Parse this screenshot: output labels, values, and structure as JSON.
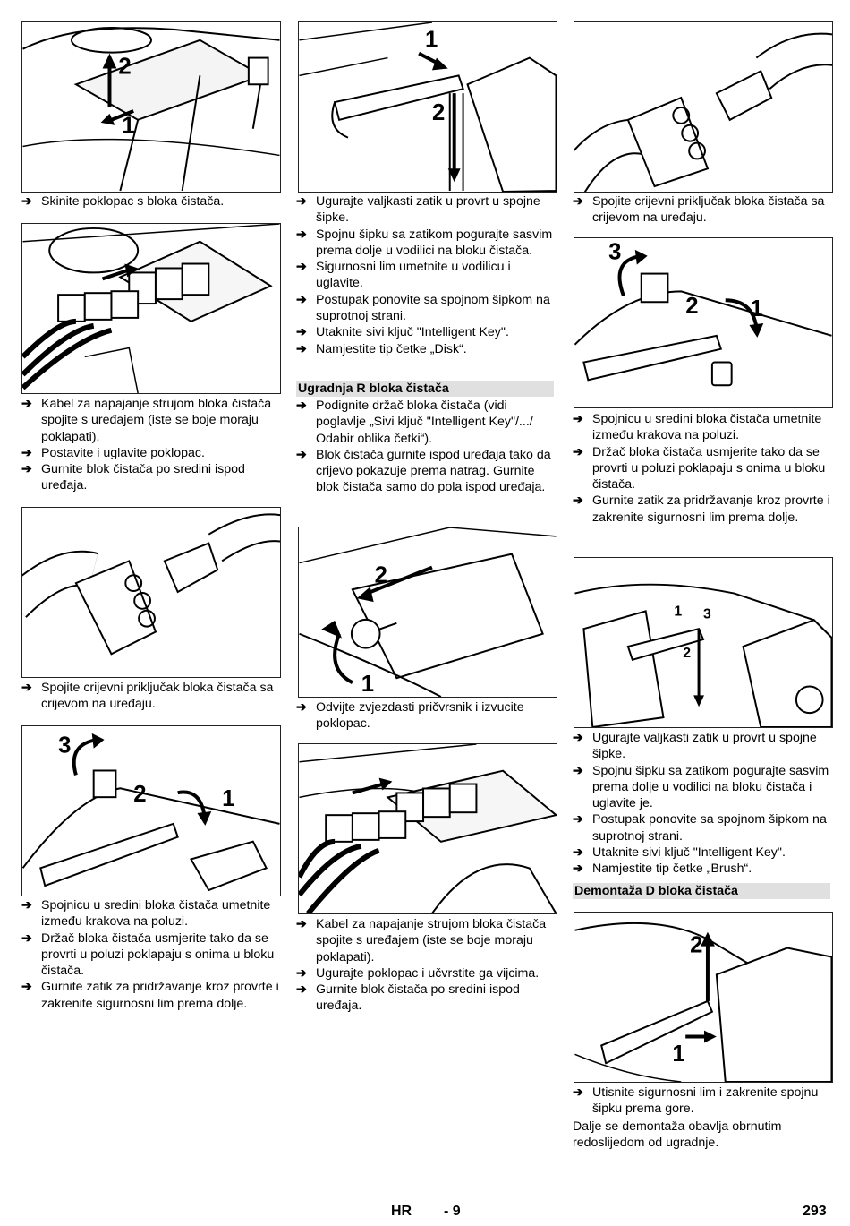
{
  "col1": {
    "step1": [
      "Skinite poklopac s bloka čistača."
    ],
    "step2": [
      "Kabel za napajanje strujom bloka čistača spojite s uređajem (iste se boje moraju poklapati).",
      "Postavite i uglavite poklopac.",
      "Gurnite blok čistača po sredini ispod uređaja."
    ],
    "step3": [
      "Spojite crijevni priključak bloka čistača sa crijevom na uređaju."
    ],
    "step4": [
      "Spojnicu u sredini bloka čistača umetnite između krakova na poluzi.",
      "Držač bloka čistača usmjerite tako da se provrti u poluzi poklapaju s onima u bloku čistača.",
      "Gurnite zatik za pridržavanje kroz provrte i zakrenite sigurnosni lim prema dolje."
    ]
  },
  "col2": {
    "step1": [
      "Ugurajte valjkasti zatik u provrt u spojne šipke.",
      "Spojnu šipku sa zatikom pogurajte sasvim prema dolje u vodilici na bloku čistača.",
      "Sigurnosni lim umetnite u vodilicu i uglavite.",
      "Postupak ponovite sa spojnom šipkom na suprotnoj strani.",
      "Utaknite sivi ključ \"Intelligent Key\".",
      "Namjestite tip četke „Disk“."
    ],
    "heading_r": "Ugradnja R bloka čistača",
    "step2": [
      "Podignite držač bloka čistača (vidi poglavlje „Sivi ključ \"Intelligent Key\"/.../ Odabir oblika četki“).",
      "Blok čistača gurnite ispod uređaja tako da crijevo pokazuje prema natrag. Gurnite blok čistača samo do pola ispod uređaja."
    ],
    "step3": [
      "Odvijte zvjezdasti pričvrsnik i izvucite poklopac."
    ],
    "step4": [
      "Kabel za napajanje strujom bloka čistača spojite s uređajem (iste se boje moraju poklapati).",
      "Ugurajte poklopac i učvrstite ga vijcima.",
      "Gurnite blok čistača po sredini ispod uređaja."
    ]
  },
  "col3": {
    "step1": [
      "Spojite crijevni priključak bloka čistača sa crijevom na uređaju."
    ],
    "step2": [
      "Spojnicu u sredini bloka čistača umetnite između krakova na poluzi.",
      "Držač bloka čistača usmjerite tako da se provrti u poluzi poklapaju s onima u bloku čistača.",
      "Gurnite zatik za pridržavanje kroz provrte i zakrenite sigurnosni lim prema dolje."
    ],
    "step3": [
      "Ugurajte valjkasti zatik u provrt u spojne šipke.",
      "Spojnu šipku sa zatikom pogurajte sasvim prema dolje u vodilici na bloku čistača i uglavite je.",
      "Postupak ponovite sa spojnom šipkom na suprotnoj strani.",
      "Utaknite sivi ključ \"Intelligent Key\".",
      "Namjestite tip četke „Brush“."
    ],
    "heading_d": "Demontaža D bloka čistača",
    "step4": [
      "Utisnite sigurnosni lim i zakrenite spojnu šipku prema gore."
    ],
    "para": "Dalje se demontaža obavlja obrnutim redoslijedom od ugradnje."
  },
  "figure_labels": {
    "f1": [
      "2",
      "1"
    ],
    "f2": [],
    "f3": [],
    "f4": [
      "3",
      "2",
      "1"
    ],
    "f5": [
      "1",
      "2"
    ],
    "f6": [
      "2",
      "1"
    ],
    "f7": [],
    "f8": [],
    "f9": [
      "3",
      "2",
      "1"
    ],
    "f10": [
      "1",
      "3",
      "2"
    ],
    "f11": [
      "2",
      "1"
    ]
  },
  "footer": {
    "lang": "HR",
    "page_dash": "- 9",
    "page_num": "293"
  },
  "icons": {
    "bullet": "arrow-right-icon"
  }
}
